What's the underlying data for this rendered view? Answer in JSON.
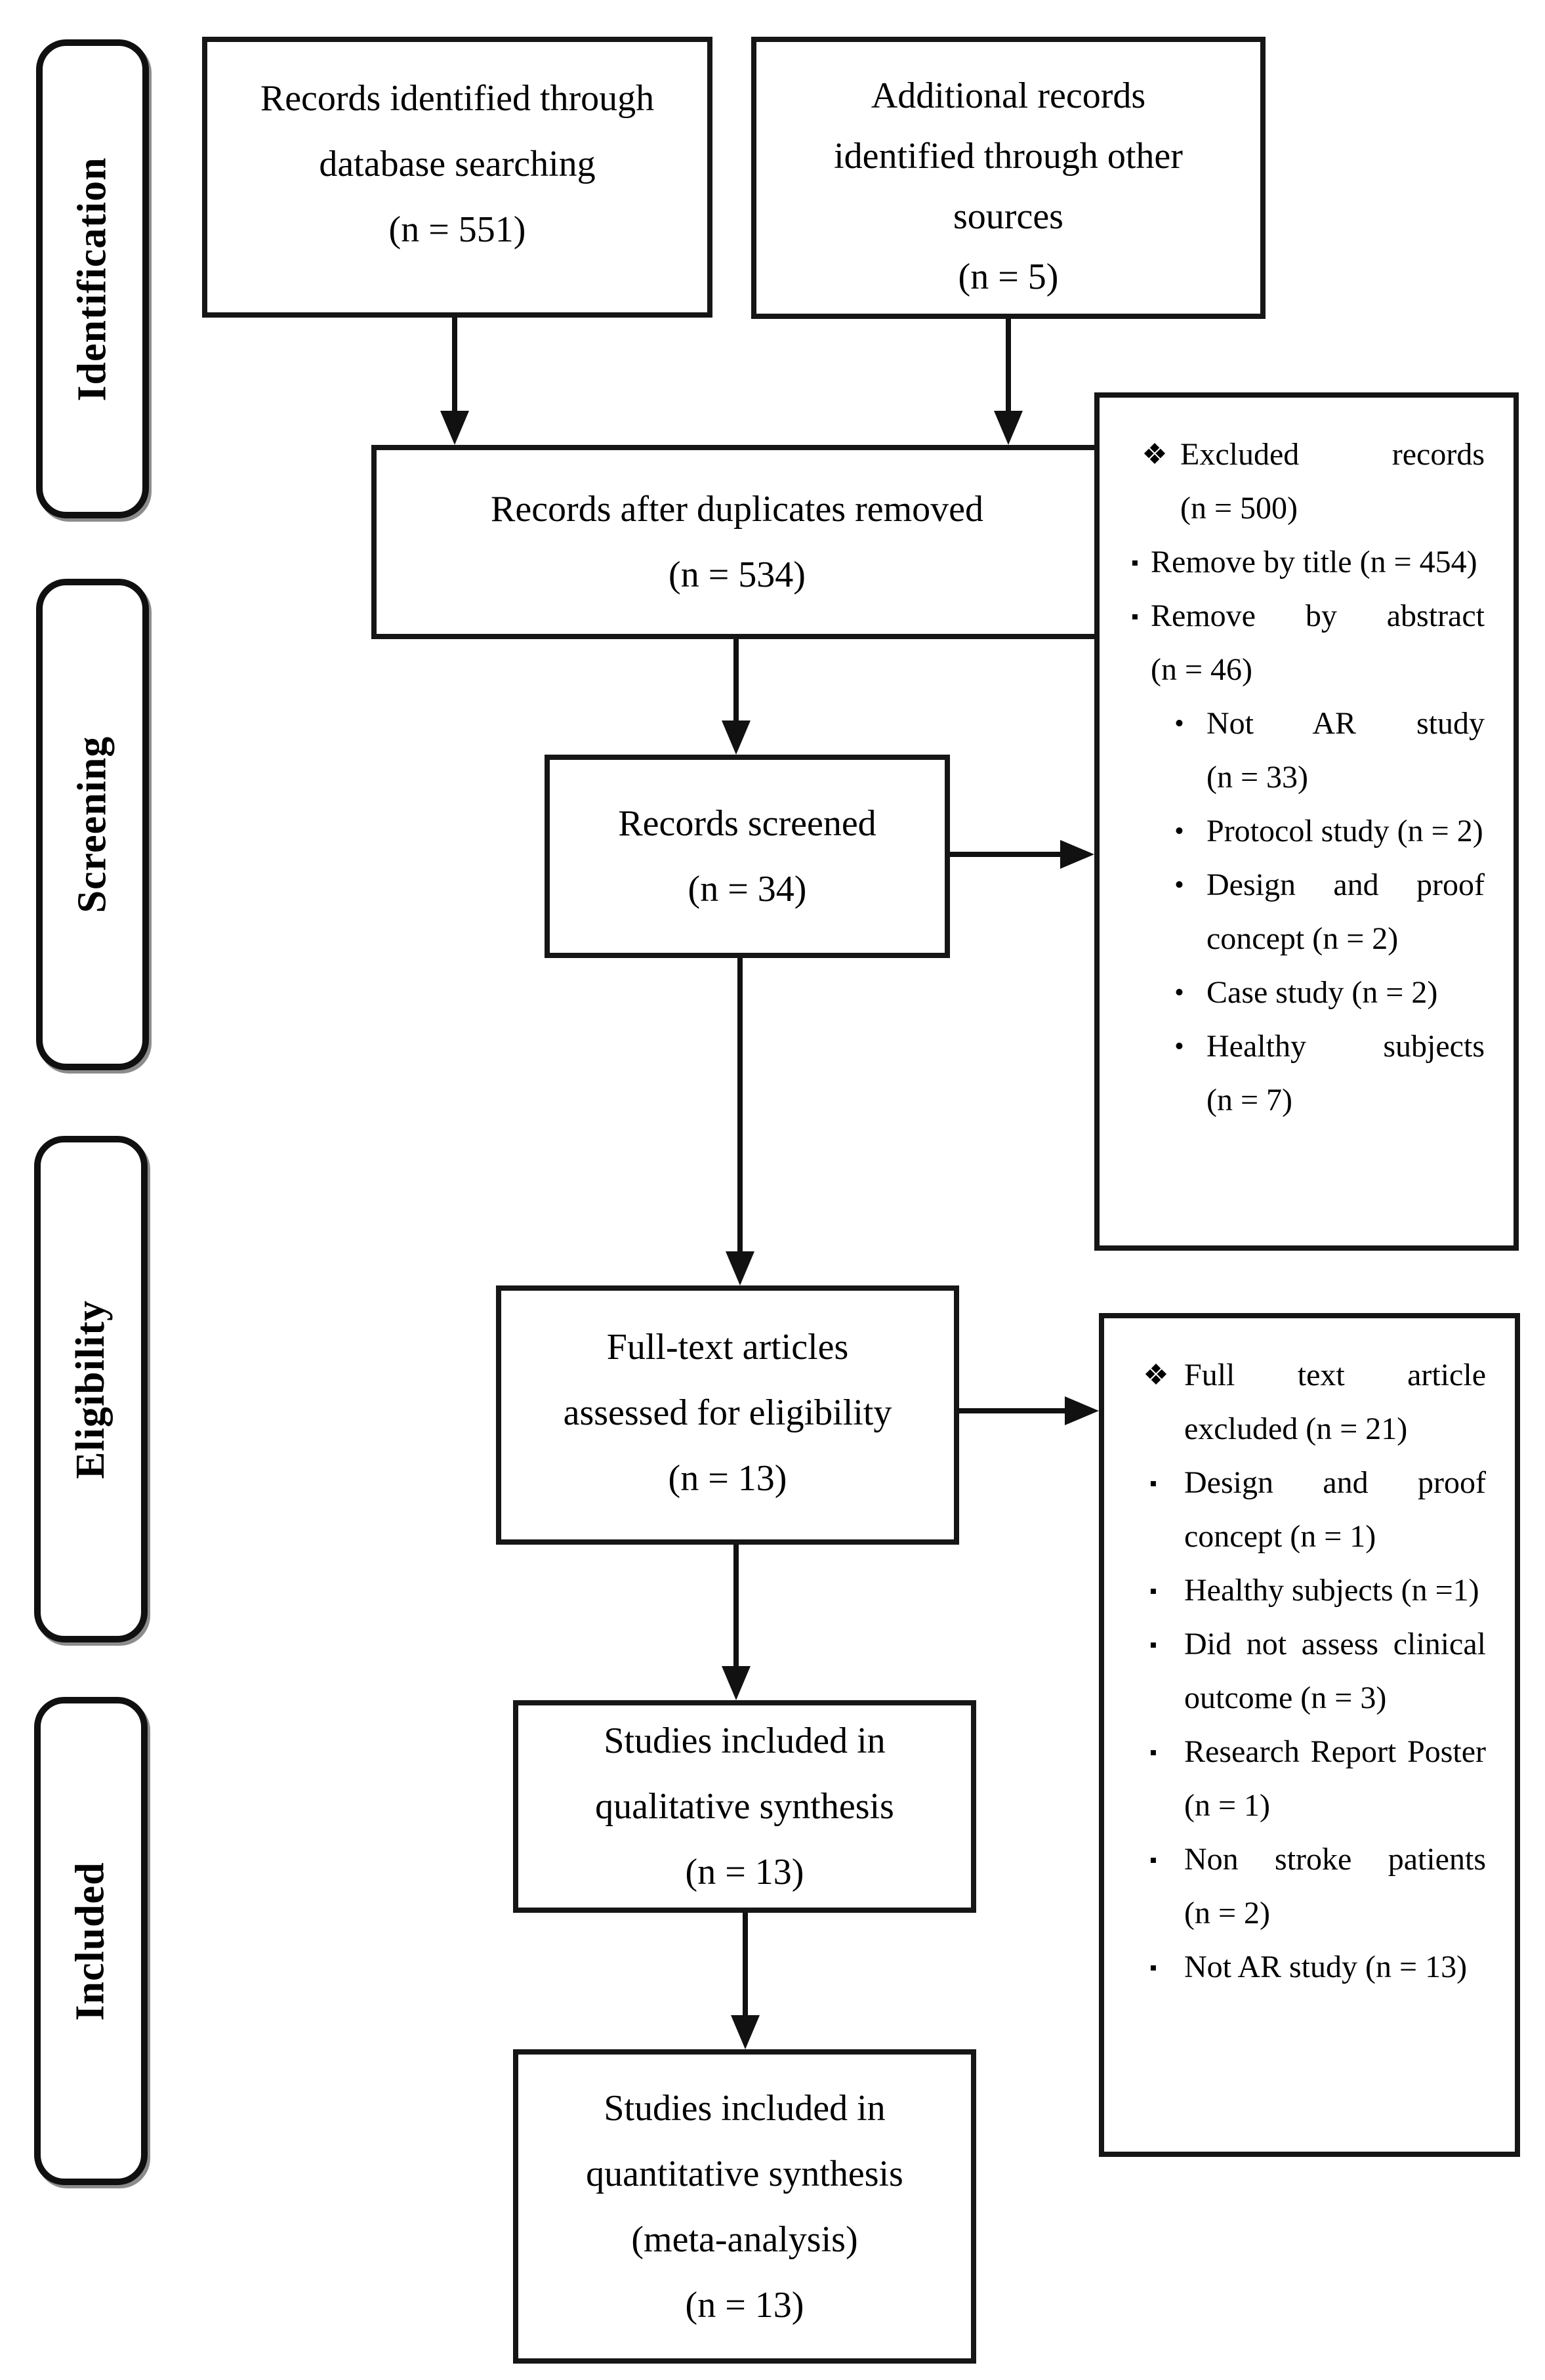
{
  "stages": [
    {
      "label": "Identification"
    },
    {
      "label": "Screening"
    },
    {
      "label": "Eligibility"
    },
    {
      "label": "Included"
    }
  ],
  "bullets": {
    "diamond": "❖",
    "square": "▪",
    "dot": "•"
  },
  "boxes": {
    "db_search": {
      "lines": [
        "Records identified through",
        "database searching",
        "(n = 551)"
      ]
    },
    "other_sources": {
      "lines": [
        "Additional records",
        "identified through other",
        "sources",
        "(n = 5)"
      ]
    },
    "after_duplicates": {
      "lines": [
        "Records after duplicates removed",
        "(n = 534)"
      ]
    },
    "screened": {
      "lines": [
        "Records screened",
        "(n = 34)"
      ]
    },
    "fulltext": {
      "lines": [
        "Full-text articles",
        "assessed for eligibility",
        "(n = 13)"
      ]
    },
    "qualitative": {
      "lines": [
        "Studies included in",
        "qualitative synthesis",
        "(n = 13)"
      ]
    },
    "quantitative": {
      "lines": [
        "Studies included in",
        "quantitative synthesis",
        "(meta-analysis)",
        "(n = 13)"
      ]
    }
  },
  "panels": {
    "screening_exclusions": {
      "items": [
        {
          "level": "diamond",
          "text": "Excluded records (n = 500)"
        },
        {
          "level": "square",
          "text": "Remove by title (n = 454)"
        },
        {
          "level": "square",
          "text": "Remove by abstract (n = 46)"
        },
        {
          "level": "dot",
          "text": "Not AR study (n = 33)"
        },
        {
          "level": "dot",
          "text": "Protocol study (n = 2)"
        },
        {
          "level": "dot",
          "text": "Design and proof concept (n = 2)"
        },
        {
          "level": "dot",
          "text": "Case study (n = 2)"
        },
        {
          "level": "dot",
          "text": "Healthy subjects (n = 7)"
        }
      ]
    },
    "eligibility_exclusions": {
      "items": [
        {
          "level": "diamond",
          "text": "Full text article excluded (n = 21)"
        },
        {
          "level": "square",
          "text": "Design and proof concept (n = 1)"
        },
        {
          "level": "square",
          "text": "Healthy subjects (n =1)"
        },
        {
          "level": "square",
          "text": "Did not assess clinical outcome (n = 3)"
        },
        {
          "level": "square",
          "text": "Research Report Poster (n = 1)"
        },
        {
          "level": "square",
          "text": "Non stroke patients (n = 2)"
        },
        {
          "level": "square",
          "text": "Not AR study (n = 13)"
        }
      ]
    }
  }
}
